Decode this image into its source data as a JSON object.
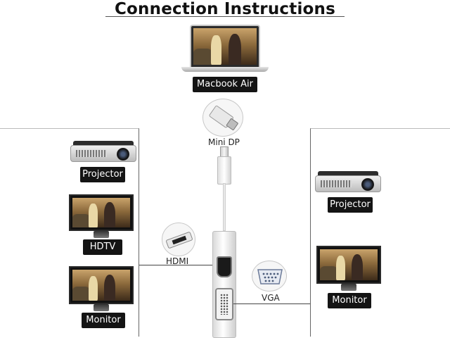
{
  "title": "Connection Instructions",
  "labels": {
    "macbook": "Macbook Air",
    "mini_dp": "Mini DP",
    "projector_left": "Projector",
    "hdtv": "HDTV",
    "monitor_left": "Monitor",
    "hdmi": "HDMI",
    "vga": "VGA",
    "projector_right": "Projector",
    "monitor_right": "Monitor"
  },
  "icons": {
    "laptop": "laptop-icon",
    "projector": "projector-icon",
    "tv": "tv-icon",
    "monitor": "monitor-icon",
    "mini_dp_connector": "mini-dp-connector-icon",
    "hdmi_connector": "hdmi-connector-icon",
    "vga_connector": "vga-connector-icon",
    "adapter": "adapter-icon"
  }
}
